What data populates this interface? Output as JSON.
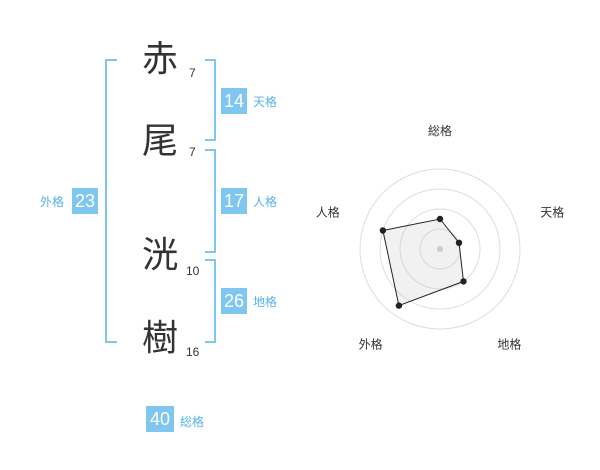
{
  "name": {
    "chars": [
      {
        "kanji": "赤",
        "strokes": "7"
      },
      {
        "kanji": "尾",
        "strokes": "7"
      },
      {
        "kanji": "洸",
        "strokes": "10"
      },
      {
        "kanji": "樹",
        "strokes": "16"
      }
    ]
  },
  "fortune": {
    "tenkaku": {
      "value": "14",
      "label": "天格"
    },
    "jinkaku": {
      "value": "17",
      "label": "人格"
    },
    "chikaku": {
      "value": "26",
      "label": "地格"
    },
    "gaikaku": {
      "value": "23",
      "label": "外格"
    },
    "soukaku": {
      "value": "40",
      "label": "総格"
    }
  },
  "colors": {
    "accent": "#7fc6f0",
    "text": "#333333",
    "label": "#55b3ea"
  },
  "chart_data": {
    "type": "radar",
    "axes": [
      "総格",
      "天格",
      "地格",
      "外格",
      "人格"
    ],
    "rings": 4,
    "values": [
      1.5,
      1.0,
      2.0,
      3.5,
      3.0
    ],
    "max": 5
  }
}
